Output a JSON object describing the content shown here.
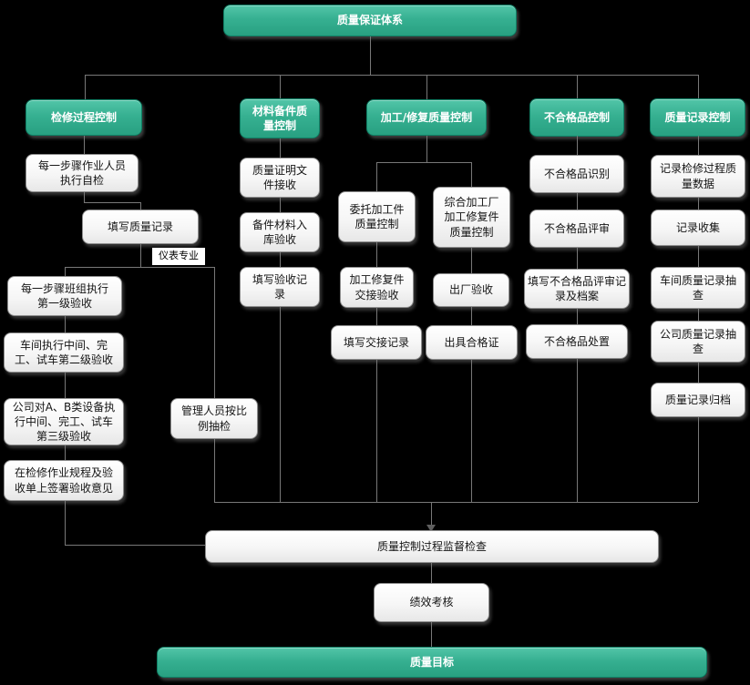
{
  "root": {
    "label": "质量保证体系"
  },
  "columns": [
    {
      "header": "检修过程控制",
      "boxes": {
        "self_check": "每一步骤作业人员\n执行自检",
        "fill_record": "填写质量记录",
        "branch_label": "仪表专业",
        "level1": "每一步骤班组执行\n第一级验收",
        "level2": "车间执行中间、完\n工、试车第二级验收",
        "level3": "公司对A、B类设备执\n行中间、完工、试车\n第三级验收",
        "sign": "在检修作业规程及验\n收单上签署验收意见",
        "sampling": "管理人员按比\n例抽检"
      }
    },
    {
      "header": "材料备件质\n量控制",
      "boxes": {
        "cert_receive": "质量证明文\n件接收",
        "warehouse_accept": "备件材料入\n库验收",
        "fill_accept_record": "填写验收记\n录"
      }
    },
    {
      "header": "加工/修复质量控制",
      "boxes": {
        "outsourced": "委托加工件\n质量控制",
        "workshop_plant": "综合加工厂\n加工修复件\n质量控制",
        "handover_accept": "加工修复件\n交接验收",
        "factory_accept": "出厂验收",
        "fill_handover_record": "填写交接记录",
        "issue_cert": "出具合格证"
      }
    },
    {
      "header": "不合格品控制",
      "boxes": {
        "identify": "不合格品识别",
        "review": "不合格品评审",
        "fill_review_record": "填写不合格品评审记\n录及档案",
        "disposal": "不合格品处置"
      }
    },
    {
      "header": "质量记录控制",
      "boxes": {
        "record_data": "记录检修过程质\n量数据",
        "collect": "记录收集",
        "workshop_check": "车间质量记录抽\n查",
        "company_check": "公司质量记录抽\n查",
        "archive": "质量记录归档"
      }
    }
  ],
  "bottom": {
    "supervision": "质量控制过程监督检查",
    "performance": "绩效考核",
    "goal": "质量目标"
  },
  "colors": {
    "background": "#000000",
    "green_top": "#52c5a8",
    "green_bottom": "#28a081",
    "green_border": "#0f8065",
    "white_box_border": "#8d8d8d",
    "connector": "#787878"
  }
}
